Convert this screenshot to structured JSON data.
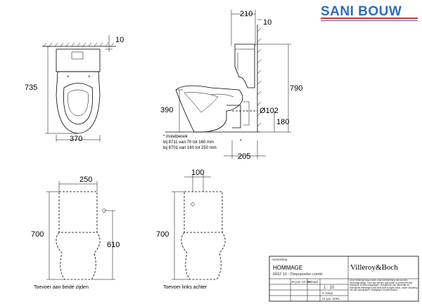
{
  "brand": {
    "logo_text": "SANI BOUW",
    "logo_color": "#2f6db5",
    "logo_stripe_color": "#c93a2a"
  },
  "top_view": {
    "dim_width": "370",
    "dim_depth": "735",
    "dim_wall_gap": "10"
  },
  "side_view": {
    "dim_top": "210",
    "dim_wall_gap": "10",
    "dim_height": "790",
    "dim_outlet_height": "390",
    "dim_pipe": "Ø102",
    "dim_pipe_height": "180",
    "dim_outlet_depth": "205",
    "note_title": "* Instelbereik",
    "note_line1": "bij 8711 van   70 tot 160 mm",
    "note_line2": "bij 8701 van 160 tot 250 mm"
  },
  "front_view_left": {
    "dim_tank_width": "250",
    "dim_height": "700",
    "dim_inlet_height": "610",
    "caption": "Toevoer aan beide zijden"
  },
  "front_view_right": {
    "dim_offset": "100",
    "dim_height": "700",
    "caption": "Toevoer links achter"
  },
  "title_block": {
    "small_label": "Aanduiding",
    "product_name": "HOMMAGE",
    "product_code": "6662 10 - Diepspoeler-combi",
    "brand": "Villeroy&Boch",
    "row1_label": "20 juni '03 RH",
    "scale_label": "Schaal",
    "scale": "1 : 10",
    "drawn_by": "J. Zaup",
    "date": "21 jan. 2001",
    "note": "Deze tekening mag zonder onze toestemming niet worden vermenigvuldigd, noch aan derden (personen of concurrerende bedrijven) worden toegelegen. Het gebruik van informatie en technische tekeningen met welk doel is eigen risico, onder uitsluiting van alle aanspraken. Wijzigingen voorbehouden."
  }
}
